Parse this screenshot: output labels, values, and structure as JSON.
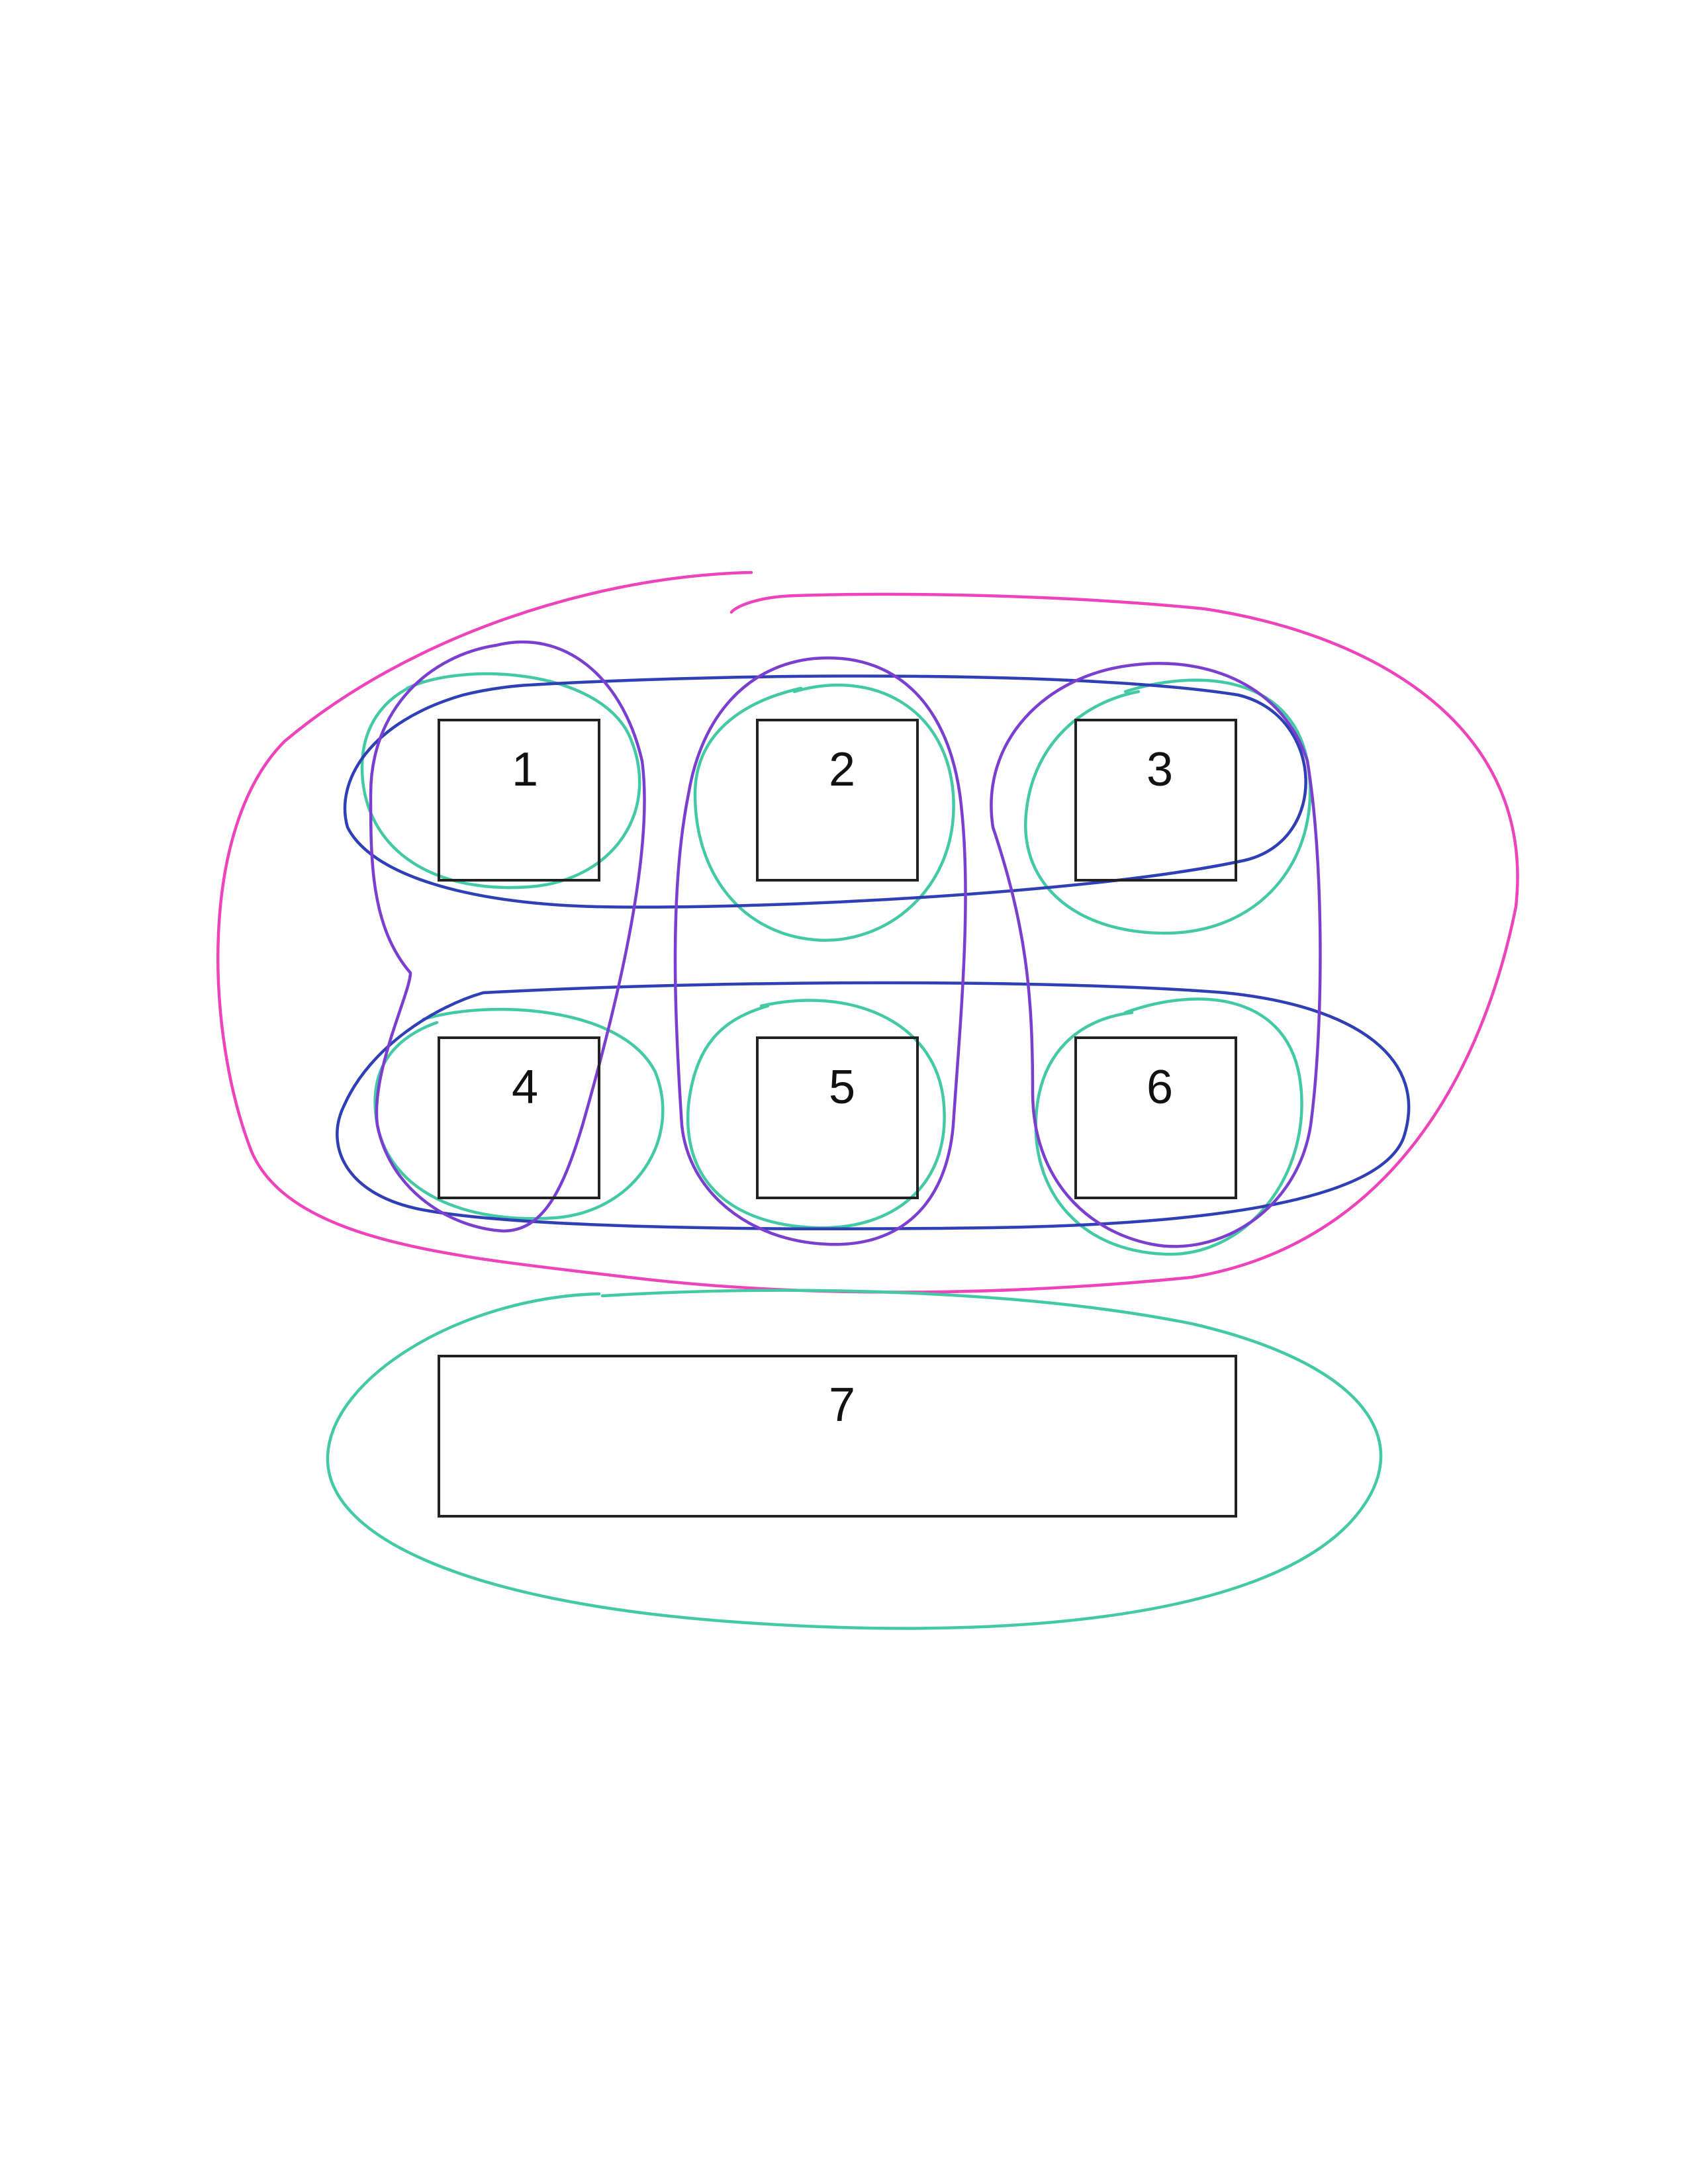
{
  "diagram": {
    "boxes": [
      {
        "id": "box-1",
        "label": "1"
      },
      {
        "id": "box-2",
        "label": "2"
      },
      {
        "id": "box-3",
        "label": "3"
      },
      {
        "id": "box-4",
        "label": "4"
      },
      {
        "id": "box-5",
        "label": "5"
      },
      {
        "id": "box-6",
        "label": "6"
      },
      {
        "id": "box-7",
        "label": "7"
      }
    ],
    "colors": {
      "box_stroke": "#222222",
      "label": "#111111",
      "pink_group": "#ee44bb",
      "teal_group": "#44c9a6",
      "blue_group": "#2f3fb5",
      "purple_group": "#7b3fd0"
    }
  }
}
